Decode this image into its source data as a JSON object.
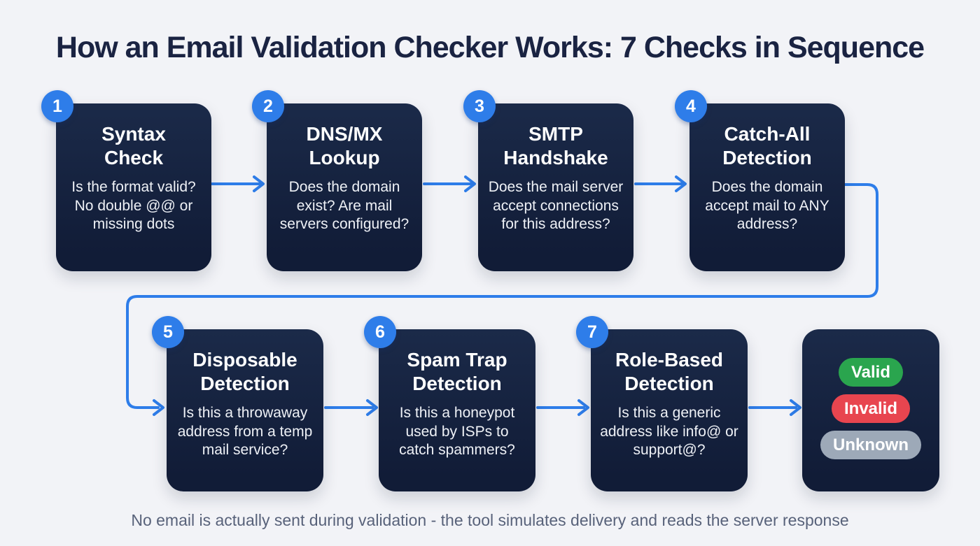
{
  "title": "How an Email Validation Checker Works: 7 Checks in Sequence",
  "steps": [
    {
      "number": "1",
      "name": "Syntax Check",
      "description": "Is the format valid? No double @@ or missing dots"
    },
    {
      "number": "2",
      "name": "DNS/MX Lookup",
      "description": "Does the domain exist? Are mail servers configured?"
    },
    {
      "number": "3",
      "name": "SMTP Handshake",
      "description": "Does the mail server accept connections for this address?"
    },
    {
      "number": "4",
      "name": "Catch-All Detection",
      "description": "Does the domain accept mail to ANY address?"
    },
    {
      "number": "5",
      "name": "Disposable Detection",
      "description": "Is this a throwaway address from a temp mail service?"
    },
    {
      "number": "6",
      "name": "Spam Trap Detection",
      "description": "Is this a honeypot used by ISPs to catch spammers?"
    },
    {
      "number": "7",
      "name": "Role-Based Detection",
      "description": "Is this a generic address like info@ or support@?"
    }
  ],
  "results": [
    {
      "label": "Valid",
      "color": "#2aa54e"
    },
    {
      "label": "Invalid",
      "color": "#e8454f"
    },
    {
      "label": "Unknown",
      "color": "#9da9b8"
    }
  ],
  "footer": "No email is actually sent during validation - the tool simulates delivery and reads the server response",
  "colors": {
    "accent": "#2e7de9",
    "box": "#131f3a",
    "background": "#f2f3f7",
    "title_text": "#1a2342"
  }
}
